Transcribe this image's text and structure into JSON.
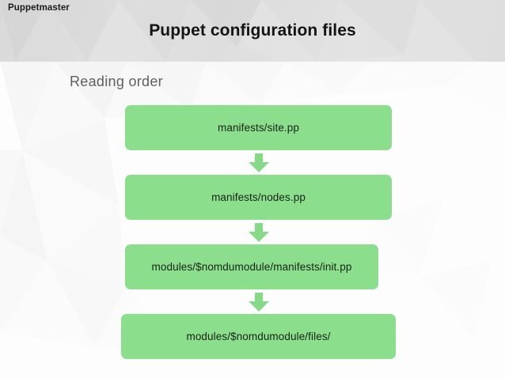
{
  "slide": {
    "brand": "Puppetmaster",
    "title": "Puppet configuration files",
    "subtitle": "Reading order",
    "colors": {
      "node_fill": "#8bde8b",
      "arrow_fill": "#86d986",
      "header_band": "#e0e0e0",
      "title_text": "#141414",
      "subtitle_text": "#5f5f5f",
      "node_text": "#17241a",
      "page_background": "#fdfdfd"
    }
  },
  "flow": {
    "direction": "top-to-bottom",
    "nodes": [
      {
        "label": "manifests/site.pp"
      },
      {
        "label": "manifests/nodes.pp"
      },
      {
        "label": "modules/$nomdumodule/manifests/init.pp"
      },
      {
        "label": "modules/$nomdumodule/files/"
      }
    ],
    "connectors": [
      {
        "icon": "arrow-down-icon"
      },
      {
        "icon": "arrow-down-icon"
      },
      {
        "icon": "arrow-down-icon"
      }
    ]
  }
}
